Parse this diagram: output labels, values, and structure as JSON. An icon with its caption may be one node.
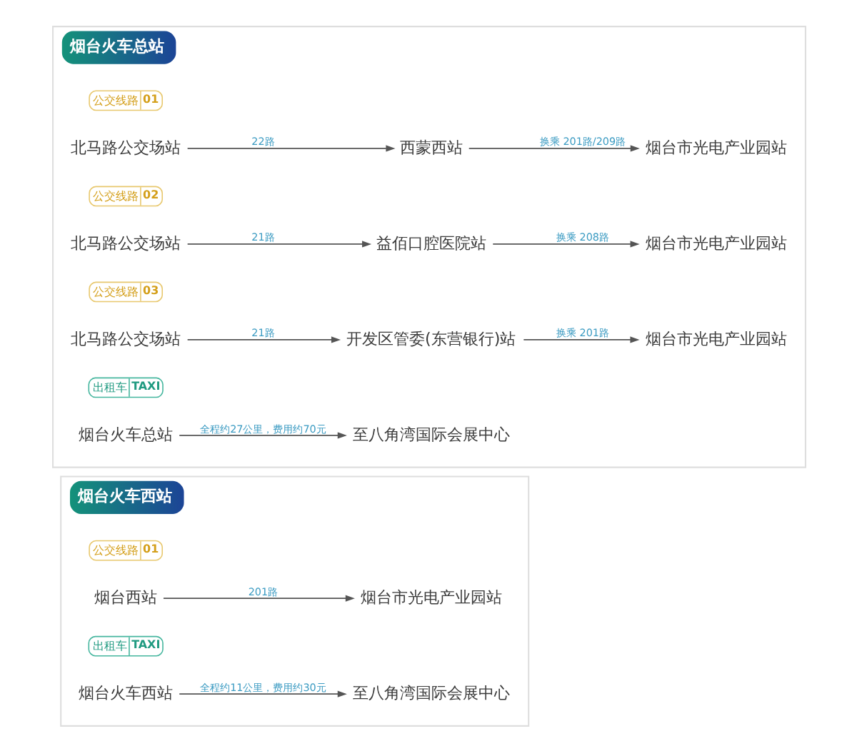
{
  "diagram": {
    "nodes": [
      {
        "text": [
          "烟台火车总站"
        ]
      },
      {
        "text": [
          "公交线路",
          "01"
        ],
        "in": 0
      },
      {
        "text": [
          "北马路公交场站"
        ],
        "in": 0
      },
      {
        "text": [
          "西蒙西站"
        ],
        "in": 0
      },
      {
        "text": [
          "烟台市光电产业园站"
        ],
        "in": 0
      },
      {
        "text": [
          "公交线路",
          "02"
        ],
        "in": 0
      },
      {
        "text": [
          "北马路公交场站"
        ],
        "in": 0
      },
      {
        "text": [
          "益佰口腔医院站"
        ],
        "in": 0
      },
      {
        "text": [
          "烟台市光电产业园站"
        ],
        "in": 0
      },
      {
        "text": [
          "公交线路",
          "03"
        ],
        "in": 0
      },
      {
        "text": [
          "北马路公交场站"
        ],
        "in": 0
      },
      {
        "text": [
          "开发区管委(东营银行)站"
        ],
        "in": 0
      },
      {
        "text": [
          "烟台市光电产业园站"
        ],
        "in": 0
      },
      {
        "text": [
          "出租车",
          "TAXI"
        ],
        "in": 0
      },
      {
        "text": [
          "烟台火车总站"
        ],
        "in": 0
      },
      {
        "text": [
          "至八角湾国际会展中心"
        ],
        "in": 0
      },
      {
        "text": [
          "烟台火车西站"
        ]
      },
      {
        "text": [
          "公交线路",
          "01"
        ],
        "in": 16
      },
      {
        "text": [
          "烟台西站"
        ],
        "in": 16
      },
      {
        "text": [
          "烟台市光电产业园站"
        ],
        "in": 16
      },
      {
        "text": [
          "出租车",
          "TAXI"
        ],
        "in": 16
      },
      {
        "text": [
          "烟台火车西站"
        ],
        "in": 16
      },
      {
        "text": [
          "至八角湾国际会展中心"
        ],
        "in": 16
      }
    ],
    "edges": [
      {
        "from": 2,
        "to": 3,
        "arrow": "to",
        "label": "22路"
      },
      {
        "from": 3,
        "to": 4,
        "arrow": "to",
        "label": "换乘 201路/209路"
      },
      {
        "from": 6,
        "to": 7,
        "arrow": "to",
        "label": "21路"
      },
      {
        "from": 7,
        "to": 8,
        "arrow": "to",
        "label": "换乘 208路"
      },
      {
        "from": 10,
        "to": 11,
        "arrow": "to",
        "label": "21路"
      },
      {
        "from": 11,
        "to": 12,
        "arrow": "to",
        "label": "换乘 201路"
      },
      {
        "from": 14,
        "to": 15,
        "arrow": "to",
        "label": "全程约27公里，费用约70元"
      },
      {
        "from": 18,
        "to": 19,
        "arrow": "to",
        "label": "201路"
      },
      {
        "from": 21,
        "to": 22,
        "arrow": "to",
        "label": "全程约11公里，费用约30元"
      }
    ]
  }
}
